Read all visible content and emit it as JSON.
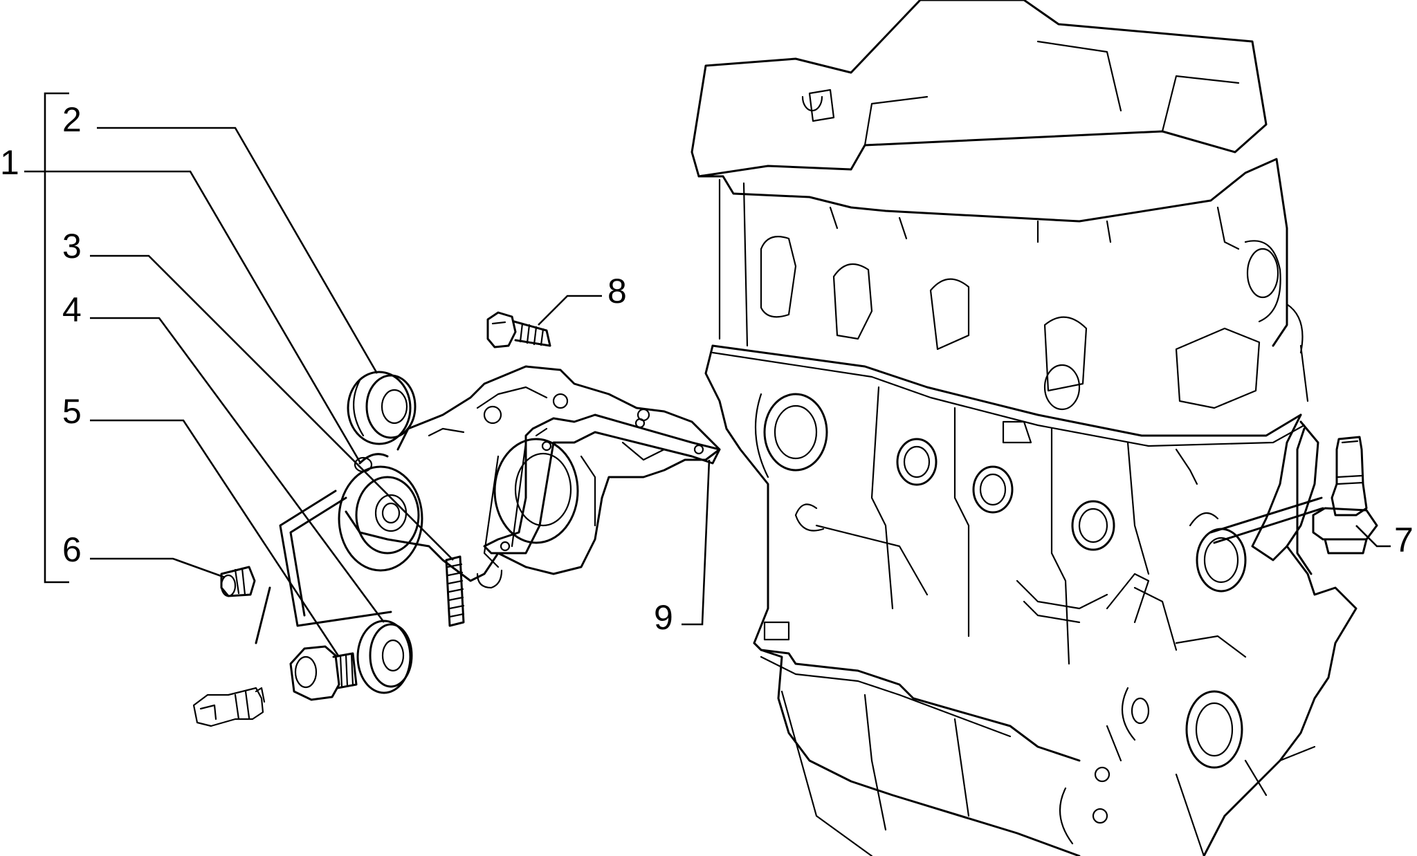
{
  "callouts": {
    "c1": "1",
    "c2": "2",
    "c3": "3",
    "c4": "4",
    "c5": "5",
    "c6": "6",
    "c7": "7",
    "c8": "8",
    "c9": "9"
  },
  "icons": [
    "engine-block-drawing",
    "oil-pump-cover-drawing",
    "oil-seal-ring",
    "bolt",
    "stud",
    "drain-plug",
    "pressure-sensor",
    "plug-sensor"
  ]
}
